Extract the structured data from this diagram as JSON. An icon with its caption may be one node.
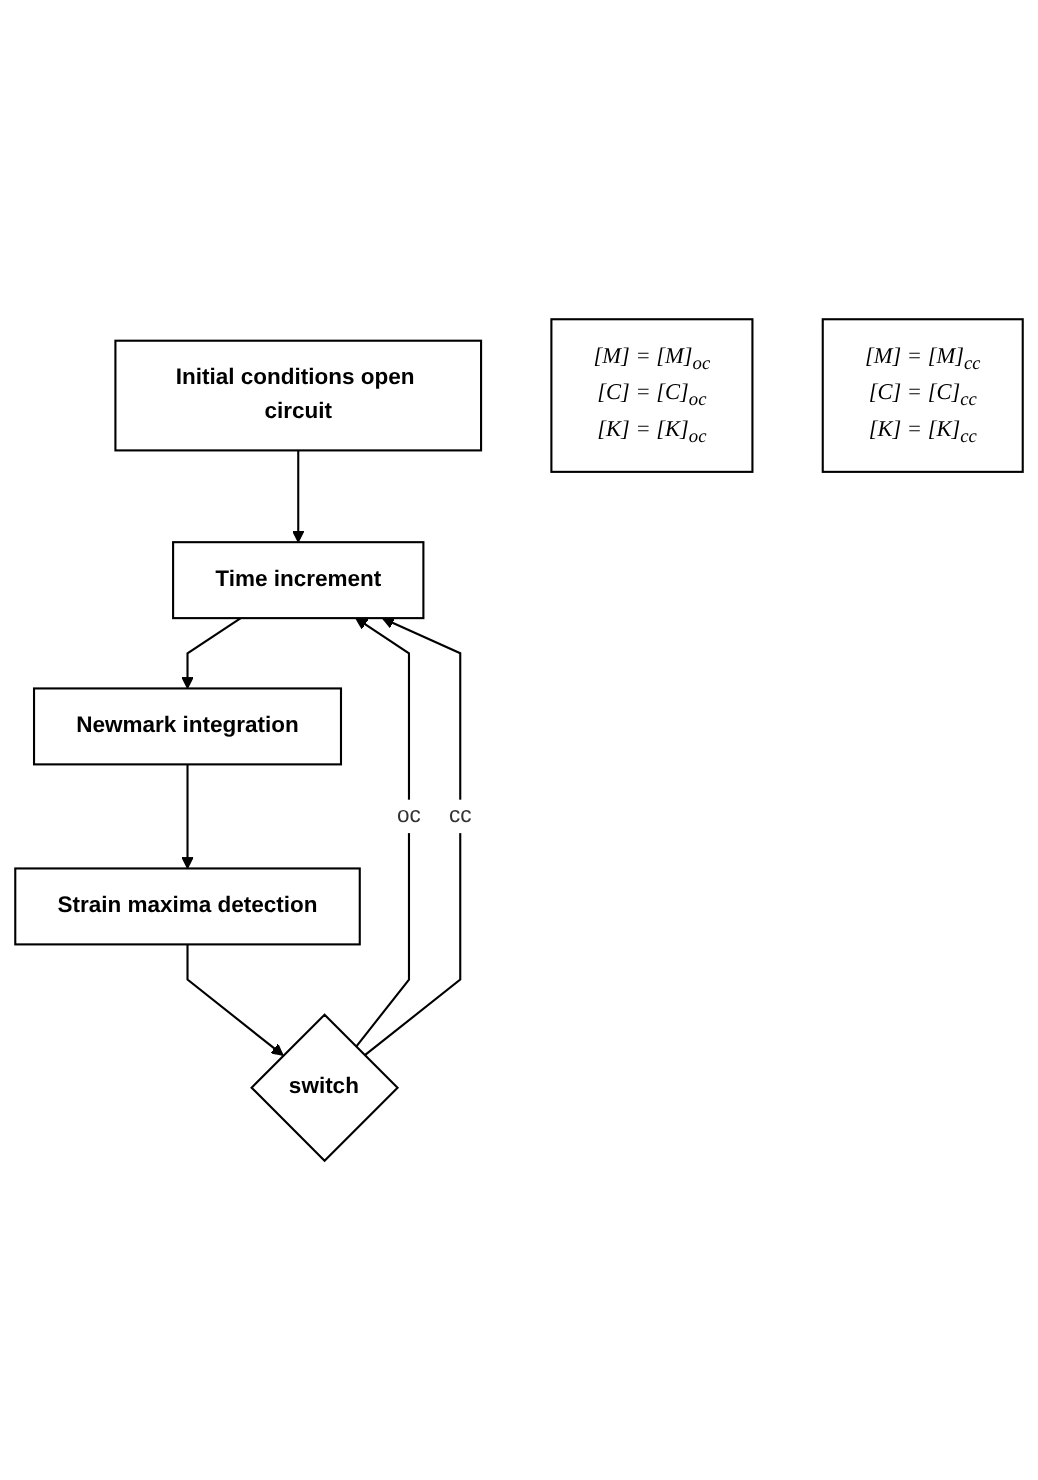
{
  "diagram": {
    "nodes": [
      {
        "text": [
          "Initial conditions open circuit"
        ]
      },
      {
        "text": [
          "Time increment"
        ]
      },
      {
        "text": [
          "Newmark integration"
        ]
      },
      {
        "text": [
          "Strain maxima detection"
        ]
      },
      {
        "text": [
          "switch"
        ]
      },
      {
        "text": [
          "[M] = [M]$_{oc}$",
          "[C] = [C]$_{oc}$",
          "[K] = [K]$_{oc}$"
        ]
      },
      {
        "text": [
          "[M] = [M]$_{cc}$",
          "[C] = [C]$_{cc}$",
          "[K] = [K]$_{cc}$"
        ]
      }
    ],
    "edges": [
      {
        "from": 0,
        "to": 1,
        "arrow": "to"
      },
      {
        "from": 1,
        "to": 2,
        "arrow": "to"
      },
      {
        "from": 2,
        "to": 3,
        "arrow": "to"
      },
      {
        "from": 3,
        "to": 4,
        "arrow": "to"
      },
      {
        "from": 4,
        "to": 1,
        "label": "oc",
        "arrow": "to"
      },
      {
        "from": 4,
        "to": 1,
        "label": "cc",
        "arrow": "to"
      }
    ]
  }
}
